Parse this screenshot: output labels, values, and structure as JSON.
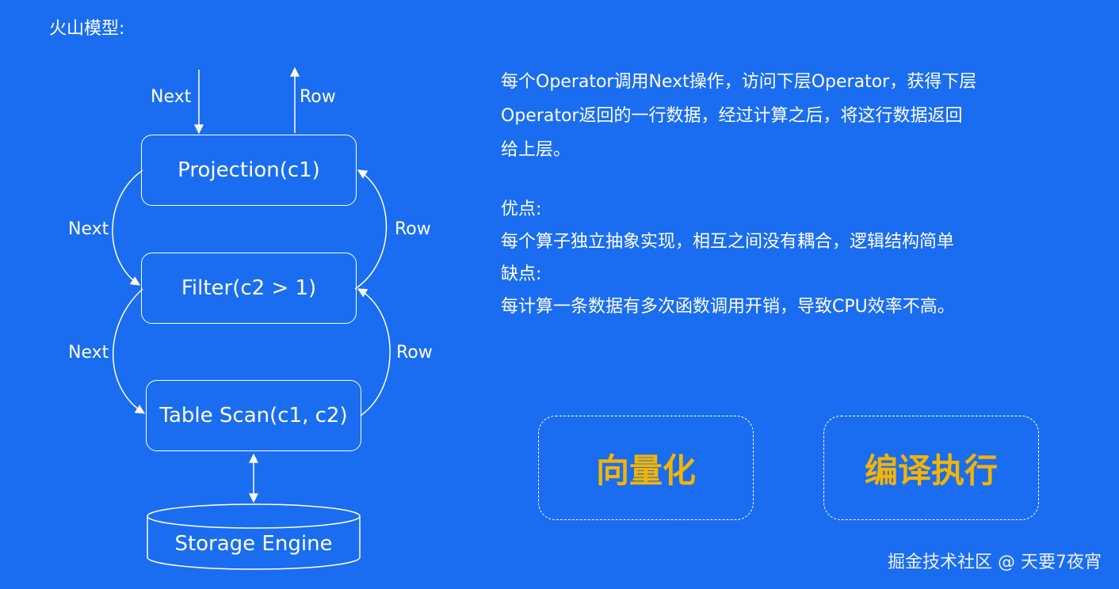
{
  "section_label": "火山模型:",
  "diagram": {
    "top_next": "Next",
    "top_row": "Row",
    "nodes": {
      "projection": "Projection(c1)",
      "filter": "Filter(c2 > 1)",
      "table_scan": "Table Scan(c1, c2)",
      "storage": "Storage Engine"
    },
    "edges": {
      "next_1": "Next",
      "row_1": "Row",
      "next_2": "Next",
      "row_2": "Row"
    }
  },
  "description": {
    "line1": "每个Operator调用Next操作，访问下层Operator，获得下层",
    "line2": "Operator返回的一行数据，经过计算之后，将这行数据返回",
    "line3": "给上层。"
  },
  "pros_cons": {
    "pros_title": "优点:",
    "pros_text": "每个算子独立抽象实现，相互之间没有耦合，逻辑结构简单",
    "cons_title": "缺点:",
    "cons_text": "每计算一条数据有多次函数调用开销，导致CPU效率不高。"
  },
  "cards": {
    "vectorization": "向量化",
    "compiled_execution": "编译执行"
  },
  "watermark": "掘金技术社区 @ 天要7夜宵",
  "colors": {
    "background": "#1a6df0",
    "accent": "#f5b400",
    "line": "#ffffff"
  }
}
